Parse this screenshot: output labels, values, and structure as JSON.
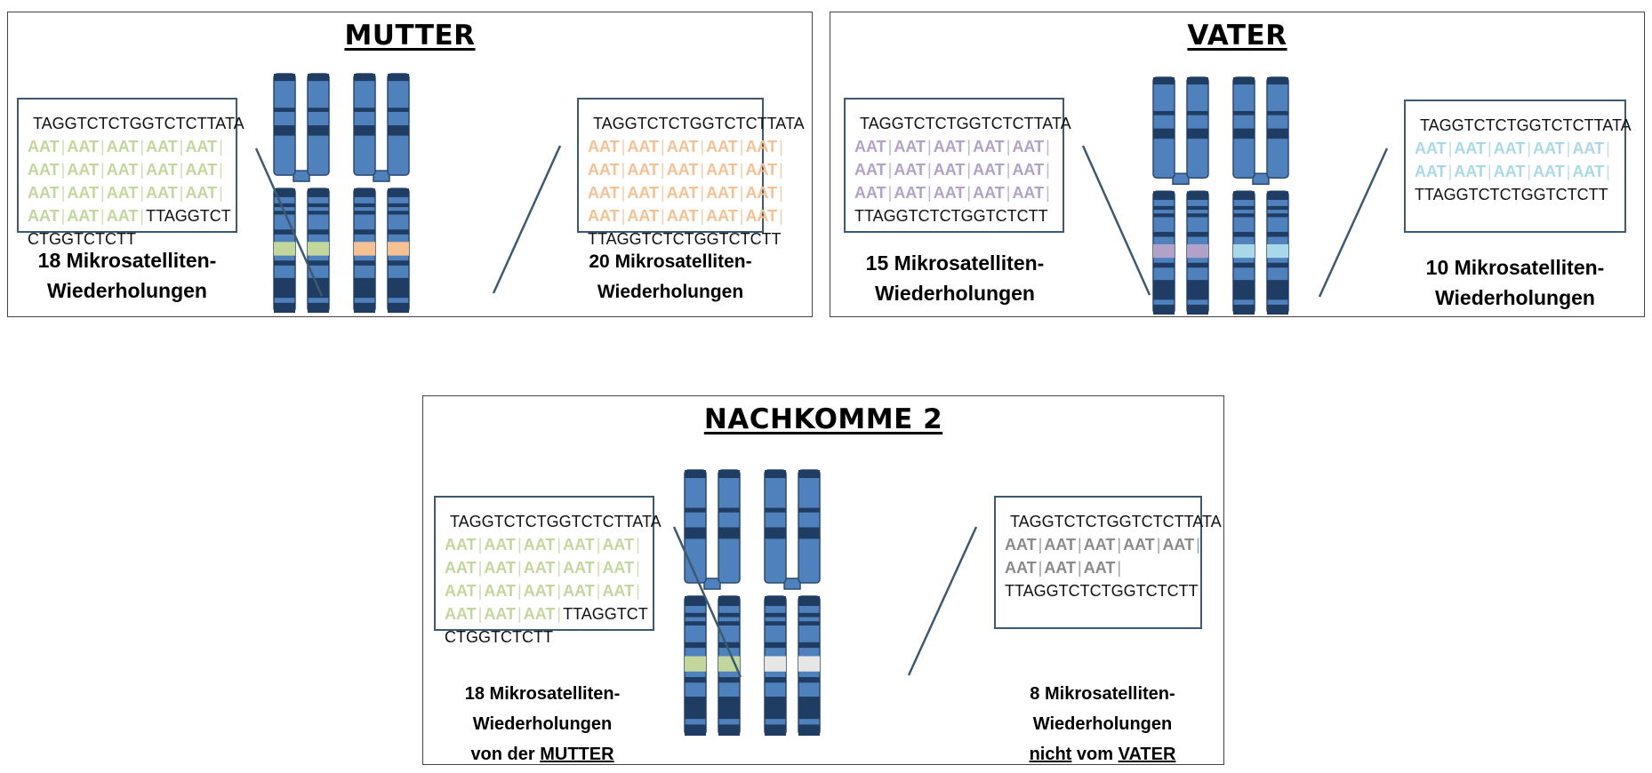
{
  "colors": {
    "chrom_light": "#4f81bd",
    "chrom_dark": "#1f3d63",
    "chrom_border": "#2c4a70",
    "connector": "#3d5a73",
    "maternal": "#c3d69b",
    "maternal2": "#f5c193",
    "paternal": "#b2a2c7",
    "paternal2": "#a9d9e8",
    "neutral": "#8a8a8a",
    "unknown_band": "#e6e6e6"
  },
  "panels": [
    {
      "id": "mother",
      "title": "MUTTER",
      "left": {
        "flank_start": "TAGGTCTCTGGTCTCTTATA",
        "repeat_unit": "AAT",
        "repeat_lines": [
          5,
          5,
          5,
          3
        ],
        "tail_inline": "TTAGGTCT",
        "tail_lines": [
          "CTGGTCTCTT"
        ],
        "color_key": "maternal",
        "caption": [
          "18 Mikrosatelliten-",
          "Wiederholungen"
        ]
      },
      "right": {
        "flank_start": "TAGGTCTCTGGTCTCTTATA",
        "repeat_unit": "AAT",
        "repeat_lines": [
          5,
          5,
          5,
          5
        ],
        "tail_inline": "",
        "tail_lines": [
          "TTAGGTCTCTGGTCTCTT"
        ],
        "color_key": "maternal2",
        "caption": [
          "20 Mikrosatelliten-",
          "Wiederholungen"
        ]
      },
      "bands": [
        "maternal",
        "maternal",
        "maternal2",
        "maternal2"
      ]
    },
    {
      "id": "father",
      "title": "VATER",
      "left": {
        "flank_start": "TAGGTCTCTGGTCTCTTATA",
        "repeat_unit": "AAT",
        "repeat_lines": [
          5,
          5,
          5
        ],
        "tail_inline": "",
        "tail_lines": [
          "TTAGGTCTCTGGTCTCTT"
        ],
        "color_key": "paternal",
        "caption": [
          "15 Mikrosatelliten-",
          "Wiederholungen"
        ]
      },
      "right": {
        "flank_start": "TAGGTCTCTGGTCTCTTATA",
        "repeat_unit": "AAT",
        "repeat_lines": [
          5,
          5
        ],
        "tail_inline": "",
        "tail_lines": [
          "TTAGGTCTCTGGTCTCTT"
        ],
        "color_key": "paternal2",
        "caption": [
          "10 Mikrosatelliten-",
          "Wiederholungen"
        ]
      },
      "bands": [
        "paternal",
        "paternal",
        "paternal2",
        "paternal2"
      ]
    },
    {
      "id": "offspring",
      "title": "NACHKOMME  2",
      "left": {
        "flank_start": "TAGGTCTCTGGTCTCTTATA",
        "repeat_unit": "AAT",
        "repeat_lines": [
          5,
          5,
          5,
          3
        ],
        "tail_inline": "TTAGGTCT",
        "tail_lines": [
          "CTGGTCTCTT"
        ],
        "color_key": "maternal",
        "caption": [
          "18 Mikrosatelliten-",
          "Wiederholungen"
        ],
        "caption_last": {
          "pre": "von der ",
          "u1": "MUTTER",
          "mid": "",
          "u2": "",
          "post": ""
        }
      },
      "right": {
        "flank_start": "TAGGTCTCTGGTCTCTTATA",
        "repeat_unit": "AAT",
        "repeat_lines": [
          5,
          3
        ],
        "tail_inline": "",
        "tail_lines": [
          "TTAGGTCTCTGGTCTCTT"
        ],
        "color_key": "neutral",
        "caption": [
          "8 Mikrosatelliten-",
          "Wiederholungen"
        ],
        "caption_last": {
          "pre": "",
          "u1": "nicht",
          "mid": " vom ",
          "u2": "VATER",
          "post": ""
        }
      },
      "bands": [
        "maternal",
        "maternal",
        "unknown_band",
        "unknown_band"
      ]
    }
  ]
}
